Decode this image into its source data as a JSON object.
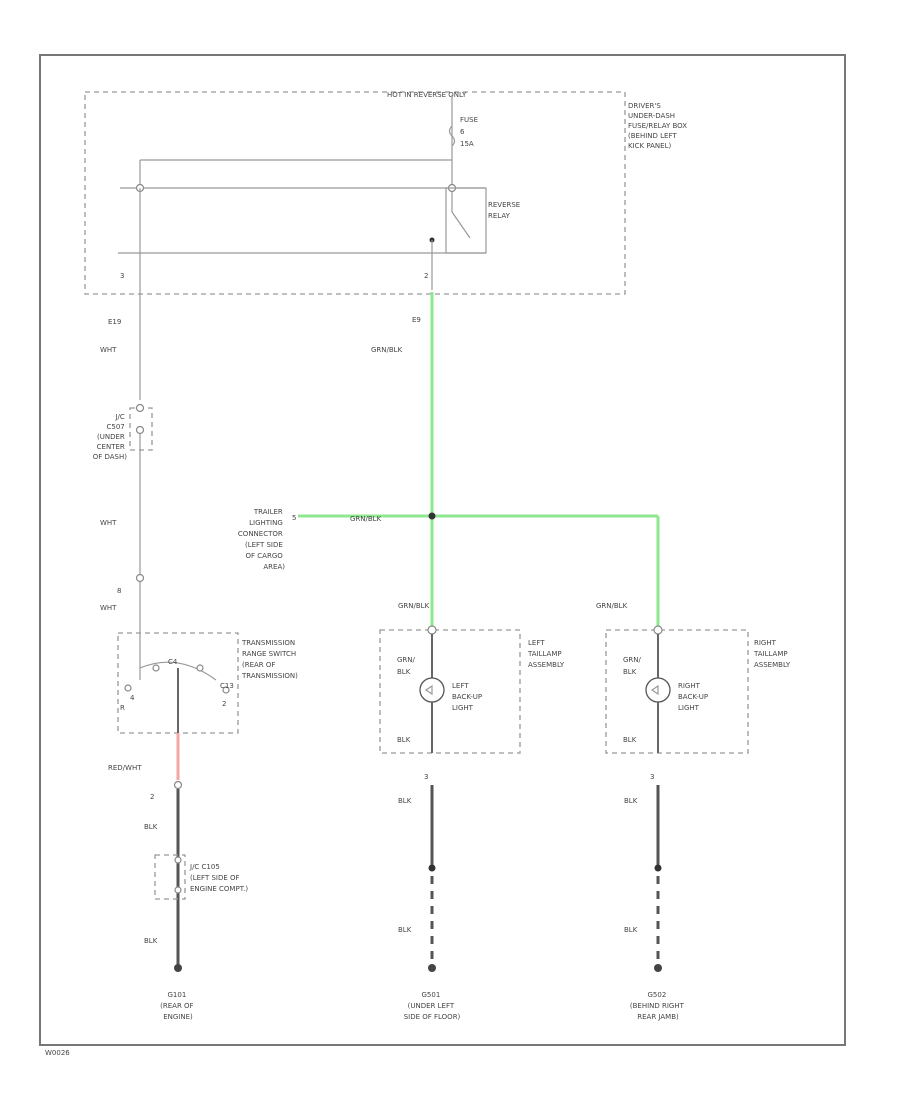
{
  "fuse_box": {
    "hot_label": "HOT IN REVERSE ONLY",
    "name_lines": [
      "DRIVER'S",
      "UNDER-DASH",
      "FUSE/RELAY BOX",
      "(BEHIND LEFT",
      "KICK PANEL)"
    ],
    "fuse_lines": [
      "FUSE",
      "6",
      "15A"
    ],
    "relay_lines": [
      "REVERSE",
      "RELAY"
    ],
    "pin_left": "3",
    "pin_right": "2"
  },
  "left_branch": {
    "conn1": "E19",
    "wire1": "WHT",
    "junction_lines": [
      "J/C",
      "C507",
      "(UNDER",
      "CENTER",
      "OF DASH)"
    ],
    "wire2": "WHT",
    "pin": "8",
    "wire3": "WHT",
    "switch_lines": [
      "TRANSMISSION",
      "RANGE SWITCH",
      "(REAR OF",
      "TRANSMISSION)"
    ],
    "switch_marks": [
      "R",
      "C4",
      "C13",
      "4",
      "2"
    ],
    "wire4": "RED/WHT",
    "pin2": "2",
    "wire5": "BLK",
    "jc2_lines": [
      "J/C C105",
      "(LEFT SIDE OF",
      "ENGINE COMPT.)"
    ],
    "wire6": "BLK",
    "ground_lines": [
      "G101",
      "(REAR OF",
      "ENGINE)"
    ]
  },
  "center_branch": {
    "conn1": "E9",
    "wire1": "GRN/BLK",
    "splice_wire": "GRN/BLK",
    "trailer_lines": [
      "TRAILER",
      "LIGHTING",
      "CONNECTOR",
      "(LEFT SIDE",
      "OF CARGO",
      "AREA)"
    ],
    "trailer_pin": "5",
    "wire2": "GRN/BLK",
    "lamp_wire": [
      "GRN/",
      "BLK"
    ],
    "assembly_lines": [
      "LEFT",
      "TAILLAMP",
      "ASSEMBLY"
    ],
    "bulb_lines": [
      "LEFT",
      "BACK-UP",
      "LIGHT"
    ],
    "wire_out": "BLK",
    "pin": "3",
    "wire3": "BLK",
    "wire4": "BLK",
    "ground_lines": [
      "G501",
      "(UNDER LEFT",
      "SIDE OF FLOOR)"
    ]
  },
  "right_branch": {
    "wire1": "GRN/BLK",
    "lamp_wire": [
      "GRN/",
      "BLK"
    ],
    "assembly_lines": [
      "RIGHT",
      "TAILLAMP",
      "ASSEMBLY"
    ],
    "bulb_lines": [
      "RIGHT",
      "BACK-UP",
      "LIGHT"
    ],
    "wire_out": "BLK",
    "pin": "3",
    "wire3": "BLK",
    "wire4": "BLK",
    "ground_lines": [
      "G502",
      "(BEHIND RIGHT",
      "REAR JAMB)"
    ]
  },
  "footer_code": "W0026"
}
